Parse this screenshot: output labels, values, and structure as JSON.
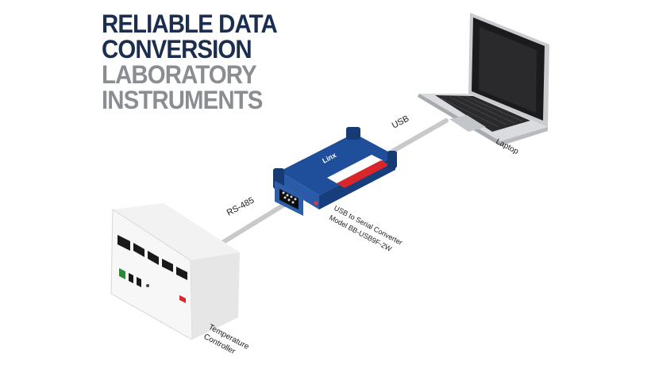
{
  "title": {
    "line1": "RELIABLE DATA",
    "line2": "CONVERSION",
    "line3": "LABORATORY",
    "line4": "INSTRUMENTS"
  },
  "labels": {
    "usb": "USB",
    "rs485": "RS-485",
    "laptop": "Laptop",
    "converter_line1": "USB to Serial Converter",
    "converter_line2": "Model BB-USB9F-2W",
    "controller_line1": "Temperature",
    "controller_line2": "Controller"
  },
  "converter_logo": "Linx",
  "colors": {
    "title_dark": "#1c2e4f",
    "title_gray": "#8a8d91",
    "converter_blue": "#1f4e9a",
    "converter_red": "#d8262b",
    "cable": "#c8c8c8"
  }
}
